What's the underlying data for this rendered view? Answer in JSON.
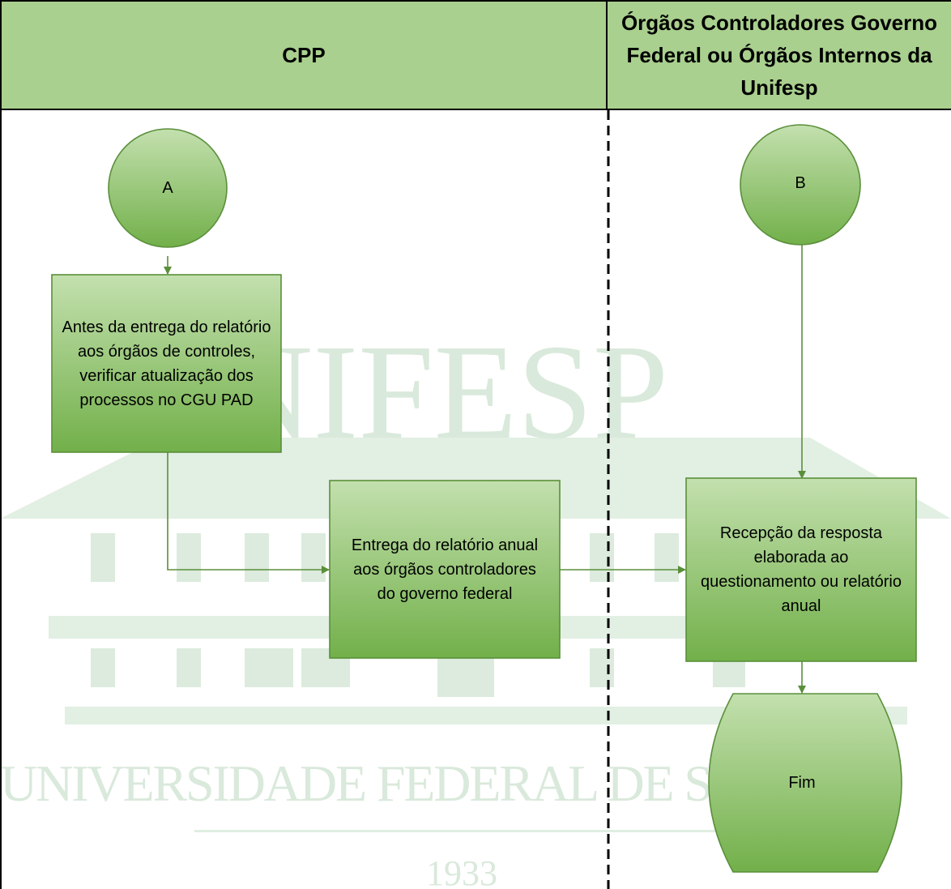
{
  "lanes": {
    "left_title": "CPP",
    "right_title": "Órgãos Controladores Governo Federal ou Órgãos Internos da Unifesp"
  },
  "watermark": {
    "name": "NIFESP",
    "institution": "UNIVERSIDADE FEDERAL DE S",
    "year": "1933"
  },
  "nodes": {
    "connector_a": "A",
    "connector_b": "B",
    "step_check": "Antes da entrega do relatório aos órgãos de controles, verificar atualização dos processos no CGU PAD",
    "step_deliver": "Entrega do relatório anual aos órgãos controladores do governo federal",
    "step_receive": "Recepção da resposta elaborada ao questionamento ou relatório anual",
    "end": "Fim"
  },
  "colors": {
    "header_fill": "#a9d08e",
    "shape_fill_top": "#b5d7a0",
    "shape_fill_bottom": "#70ad47",
    "shape_stroke": "#5a8f3a",
    "connector_line": "#5a8f3a",
    "watermark": "#d9e9db"
  }
}
